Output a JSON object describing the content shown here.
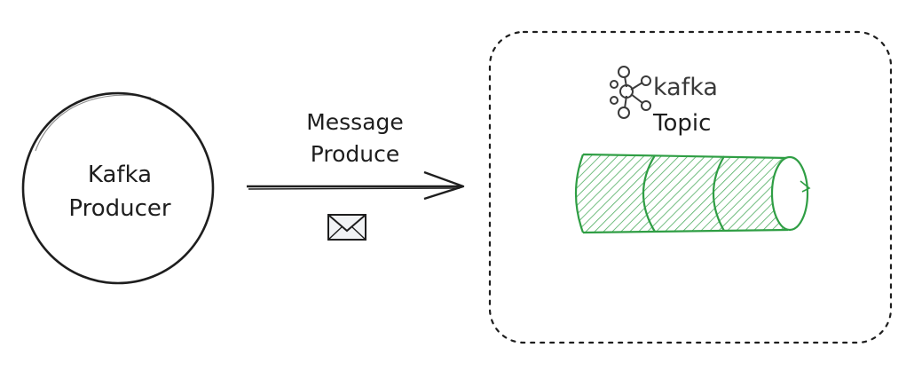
{
  "producer": {
    "line1": "Kafka",
    "line2": "Producer"
  },
  "message": {
    "line1": "Message",
    "line2": "Produce"
  },
  "topic": {
    "brand": "kafka",
    "label": "Topic"
  },
  "colors": {
    "stroke": "#1e1e1e",
    "topic_green": "#2f9e44",
    "topic_fill": "#b2f2bb"
  },
  "icons": {
    "message": "envelope-icon",
    "brand": "kafka-logo-icon"
  }
}
